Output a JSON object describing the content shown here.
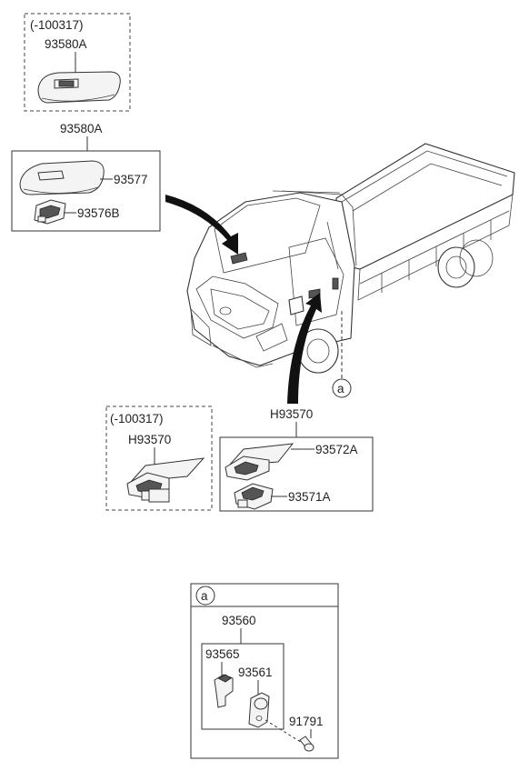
{
  "group_top": {
    "variant_note": "(-100317)",
    "variant_part": "93580A",
    "assembly_label": "93580A",
    "parts": [
      {
        "code": "93577"
      },
      {
        "code": "93576B"
      }
    ]
  },
  "group_mid_left": {
    "variant_note": "(-100317)",
    "part": "H93570"
  },
  "group_mid_right": {
    "assembly_label": "H93570",
    "parts": [
      {
        "code": "93572A"
      },
      {
        "code": "93571A"
      }
    ]
  },
  "detail_a": {
    "marker": "a",
    "assembly_label": "93560",
    "parts": [
      {
        "code": "93565"
      },
      {
        "code": "93561"
      },
      {
        "code": "91791"
      }
    ]
  },
  "truck_marker": "a"
}
